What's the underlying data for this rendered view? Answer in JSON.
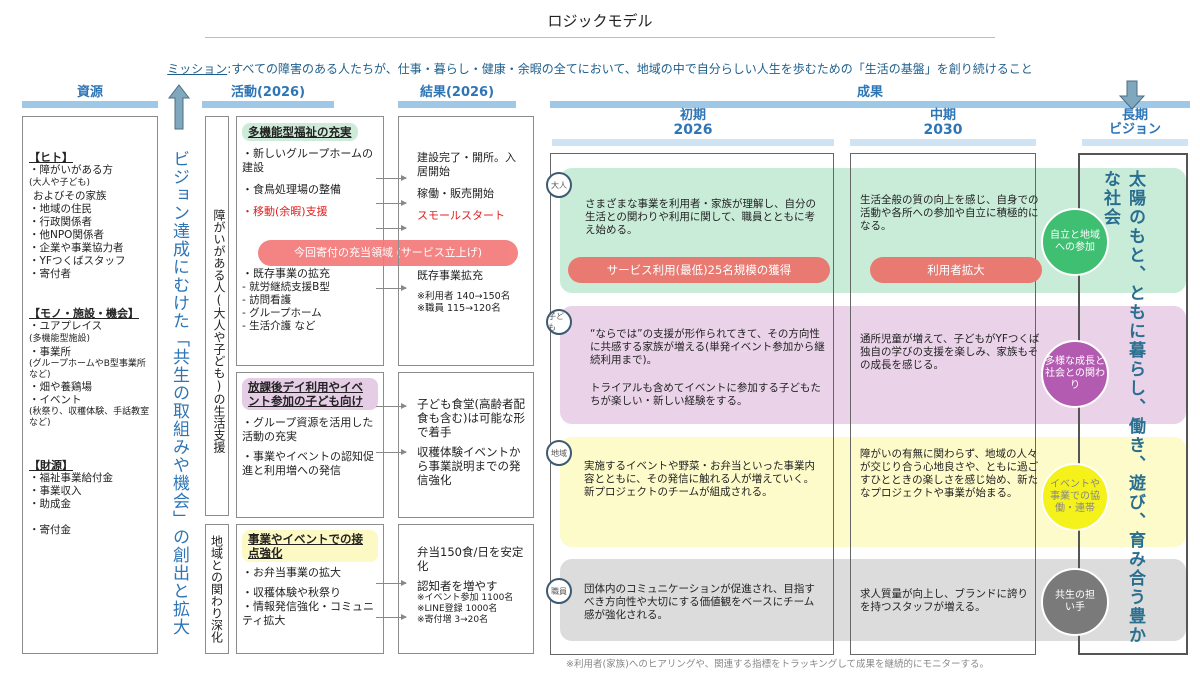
{
  "title": "ロジックモデル",
  "mission": {
    "label": "ミッション",
    "text": ":すべての障害のある人たちが、仕事・暮らし・健康・余暇の全てにおいて、地域の中で自分らしい人生を歩むための「生活の基盤」を創り続けること"
  },
  "columns": {
    "resources": "資源",
    "activities": "活動(2026)",
    "results": "結果(2026)",
    "outcomes": "成果",
    "initial_label": "初期",
    "initial_year": "2026",
    "mid_label": "中期",
    "mid_year": "2030",
    "long_label": "長期",
    "long_sub": "ビジョン"
  },
  "vision_arrow_text": "ビジョン達成にむけた「共生の取組みや機会」の創出と拡大",
  "resources": {
    "people_head": "【ヒト】",
    "people": [
      "・障がいがある方",
      "(大人や子ども)",
      " およびその家族",
      "・地域の住民",
      "・行政関係者",
      "・他NPO関係者",
      "・企業や事業協力者",
      "・YFつくばスタッフ",
      "・寄付者"
    ],
    "things_head": "【モノ・施設・機会】",
    "things": [
      "・ユアプレイス",
      "(多機能型施設)",
      "・事業所",
      "(グループホームやB型事業所など)",
      "・畑や養鶏場",
      "・イベント",
      "(秋祭り、収穫体験、手話教室など)"
    ],
    "money_head": "【財源】",
    "money": [
      "・福祉事業給付金",
      "・事業収入",
      "・助成金",
      "",
      "・寄付金"
    ]
  },
  "side_labels": {
    "life_support": "障がいがある人(大人や子ども)の生活支援",
    "community": "地域との関わり深化"
  },
  "activities": {
    "block1": {
      "head": "多機能型福祉の充実",
      "items": [
        "・新しいグループホームの建設",
        "・食鳥処理場の整備",
        "・移動(余暇)支援"
      ],
      "donation_pill": "今回寄付の充当領域 (サービス立上げ)",
      "existing": "・既存事業の拡充",
      "existing_subs": [
        "- 就労継続支援B型",
        "- 訪問看護",
        "- グループホーム",
        "- 生活介護 など"
      ]
    },
    "block2": {
      "head": "放課後デイ利用やイベント参加の子ども向け",
      "items": [
        "・グループ資源を活用した活動の充実",
        "・事業やイベントの認知促進と利用増への発信"
      ]
    },
    "block3": {
      "head": "事業やイベントでの接点強化",
      "items": [
        "・お弁当事業の拡大",
        "・収穫体験や秋祭り",
        "・情報発信強化・コミュニティ拡大"
      ]
    }
  },
  "results": {
    "block1": [
      "建設完了・開所。入居開始",
      "稼働・販売開始",
      "スモールスタート",
      "既存事業拡充",
      "※利用者 140→150名",
      "※職員 115→120名"
    ],
    "block2": [
      "子ども食堂(高齢者配食も含む)は可能な形で着手",
      "収穫体験イベントから事業説明までの発信強化"
    ],
    "block3": [
      "弁当150食/日を安定化",
      "認知者を増やす",
      "※イベント参加 1100名",
      "※LINE登録 1000名",
      "※寄付増 3→20名"
    ]
  },
  "bands": [
    {
      "tag": "大人",
      "initial": "さまざまな事業を利用者・家族が理解し、自分の生活との関わりや利用に関して、職員とともに考え始める。",
      "initial_pill": "サービス利用(最低)25名規模の獲得",
      "mid": "生活全般の質の向上を感じ、自身での活動や各所への参加や自立に積極的になる。",
      "mid_pill": "利用者拡大",
      "goal": "自立と地域への参加",
      "color": "#c9ecd9",
      "goal_color": "#3fbf72"
    },
    {
      "tag": "子ども",
      "initial": "“ならでは”の支援が形作られてきて、その方向性に共感する家族が増える(単発イベント参加から継続利用まで)。",
      "initial2": "トライアルも含めてイベントに参加する子どもたちが楽しい・新しい経験をする。",
      "mid": "通所児童が増えて、子どもがYFつくば独自の学びの支援を楽しみ、家族もその成長を感じる。",
      "goal": "多様な成長と社会との関わり",
      "color": "#ead3e9",
      "goal_color": "#b35bb0"
    },
    {
      "tag": "地域",
      "initial": "実施するイベントや野菜・お弁当といった事業内容とともに、その発信に触れる人が増えていく。新プロジェクトのチームが組成される。",
      "mid": "障がいの有無に関わらず、地域の人々が交じり合う心地良さや、ともに過ごすひとときの楽しさを感じ始め、新たなプロジェクトや事業が始まる。",
      "goal": "イベントや事業での協働・連帯",
      "color": "#fdfbc9",
      "goal_color": "#f4f21a"
    },
    {
      "tag": "職員",
      "initial": "団体内のコミュニケーションが促進され、目指すべき方向性や大切にする価値観をベースにチーム感が強化される。",
      "mid": "求人質量が向上し、ブランドに誇りを持つスタッフが増える。",
      "goal": "共生の担い手",
      "color": "#dcdcdc",
      "goal_color": "#7a7a7a"
    }
  ],
  "vision": "太陽のもと、ともに暮らし、働き、遊び、育み合う豊かな社会",
  "footnote": "※利用者(家族)へのヒアリングや、関連する指標をトラッキングして成果を継続的にモニターする。",
  "colors": {
    "accent_blue": "#2e75b6",
    "pill_red": "#e87a72",
    "donation_pill": "#f47a7a"
  }
}
